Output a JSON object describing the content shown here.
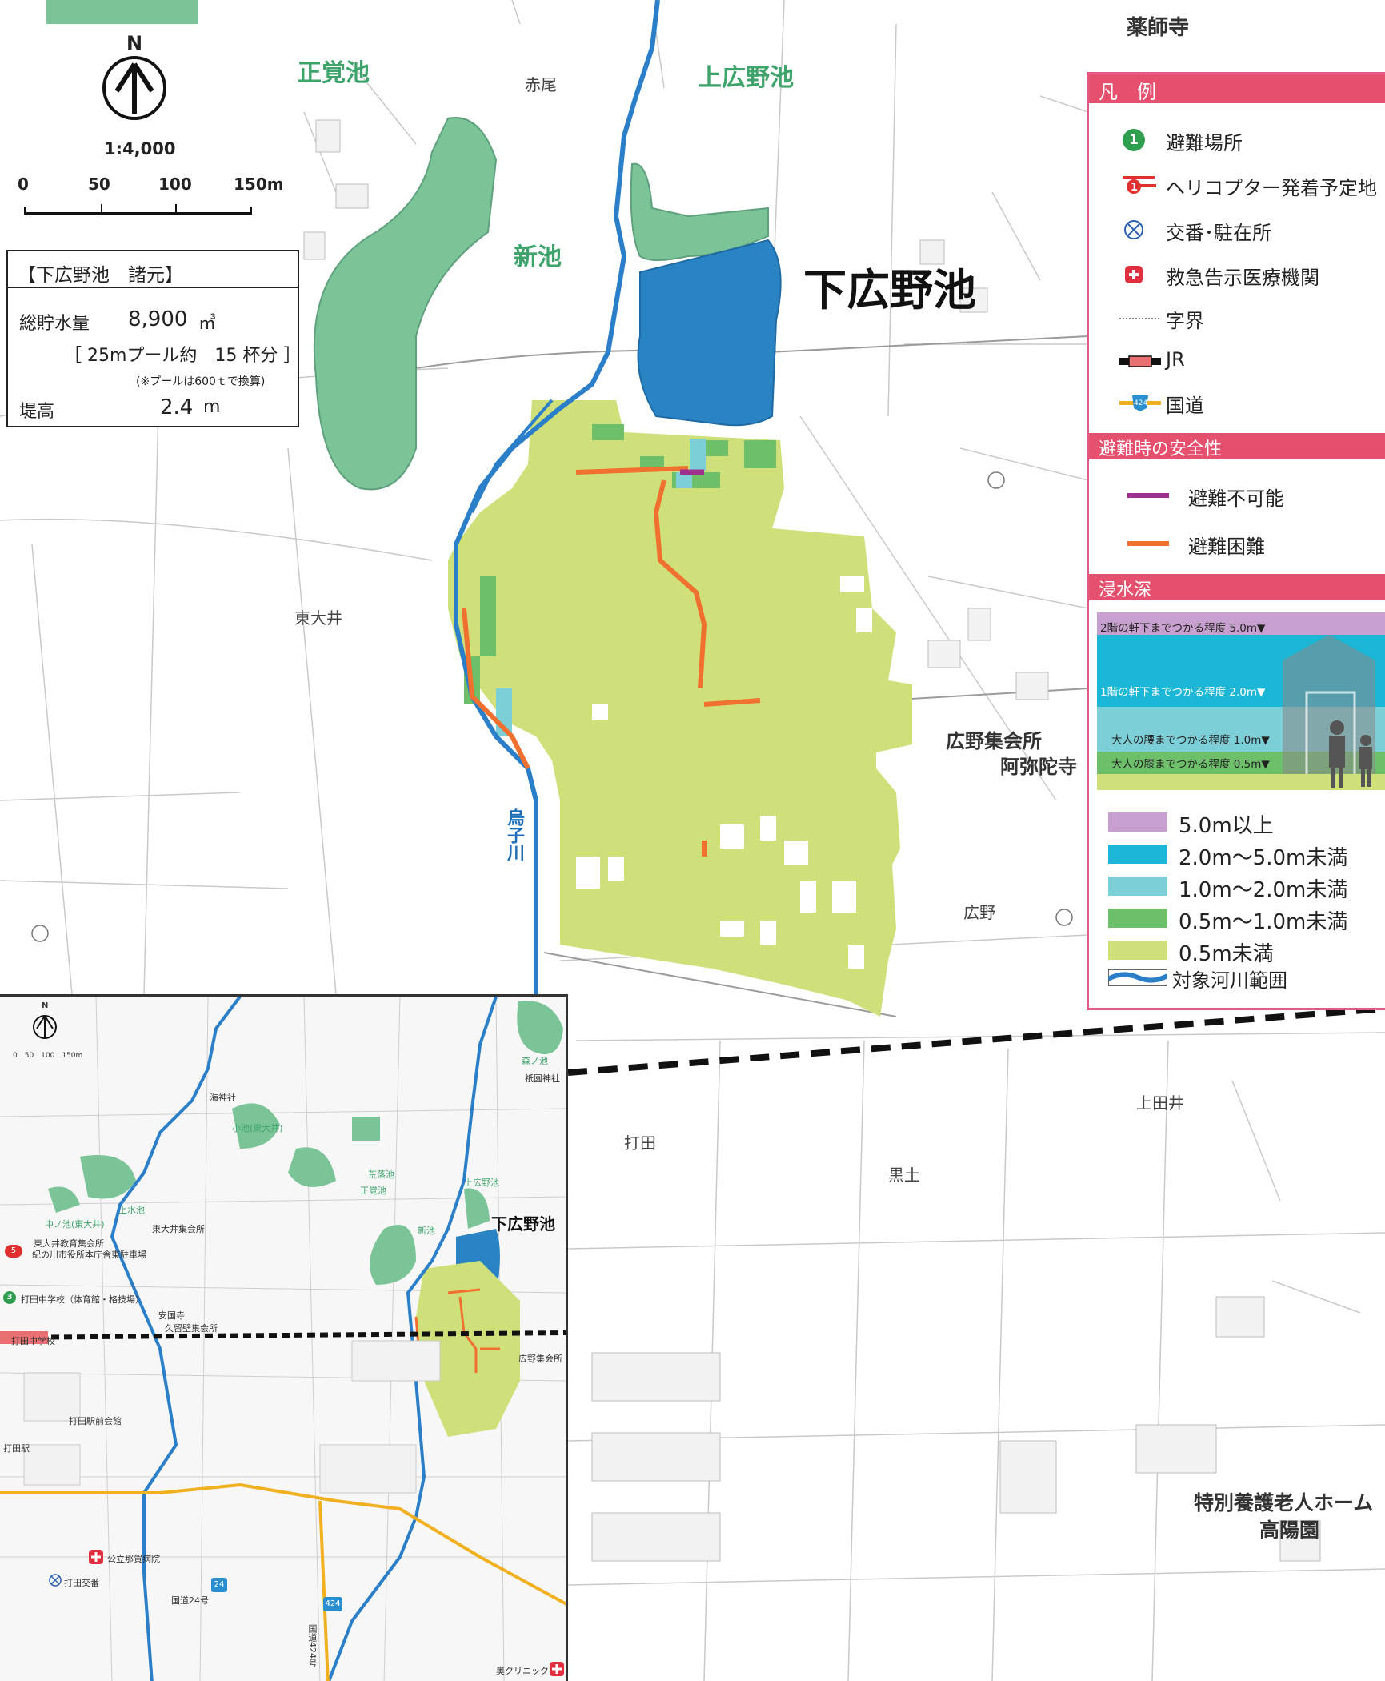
{
  "north": {
    "label": "N"
  },
  "scale": {
    "ratio": "1:4,000",
    "ticks": [
      "0",
      "50",
      "100",
      "150m"
    ]
  },
  "spec": {
    "title": "【下広野池　諸元】",
    "storage_label": "総貯水量",
    "storage_value": "8,900",
    "storage_unit": "㎥",
    "pool_equiv": "［ 25mプール約　15 杯分 ］",
    "pool_note": "(※プールは600ｔで換算)",
    "height_label": "堤高",
    "height_value": "2.4",
    "height_unit": "m"
  },
  "labels": {
    "shokaku_pond": "正覚池",
    "kamihirono_pond": "上広野池",
    "shin_pond": "新池",
    "shimohirono_pond": "下広野池",
    "akao": "赤尾",
    "yakushiji": "薬師寺",
    "higashi_oi": "東大井",
    "hirono_hall": "広野集会所",
    "amidaji": "阿弥陀寺",
    "hirono": "広野",
    "eboshi_river": "烏子川",
    "uchida": "打田",
    "kuroda": "黒土",
    "kamita_i": "上田井",
    "nursing_home_1": "特別養護老人ホーム",
    "nursing_home_2": "高陽園"
  },
  "legend": {
    "title": "凡　例",
    "items": [
      {
        "label": "避難場所",
        "icon": "evac-site-icon",
        "num": "1"
      },
      {
        "label": "ヘリコプター発着予定地",
        "icon": "helicopter-icon",
        "num": "1"
      },
      {
        "label": "交番･駐在所",
        "icon": "police-box-icon"
      },
      {
        "label": "救急告示医療機関",
        "icon": "emergency-hospital-icon"
      },
      {
        "label": "字界",
        "icon": "boundary-line-icon"
      },
      {
        "label": "JR",
        "icon": "jr-line-icon"
      },
      {
        "label": "国道",
        "icon": "national-road-icon",
        "num": "424"
      }
    ],
    "safety_title": "避難時の安全性",
    "safety": [
      {
        "label": "避難不可能",
        "color": "#a0308e"
      },
      {
        "label": "避難困難",
        "color": "#f07030"
      }
    ],
    "depth_title": "浸水深",
    "depth_diagram": [
      "2階の軒下までつかる程度 5.0m▼",
      "1階の軒下までつかる程度 2.0m▼",
      "大人の腰までつかる程度 1.0m▼",
      "大人の膝までつかる程度 0.5m▼"
    ],
    "depth": [
      {
        "label": "5.0m以上",
        "color": "#c8a0cf"
      },
      {
        "label": "2.0m～5.0m未満",
        "color": "#1cb6d6"
      },
      {
        "label": "1.0m～2.0m未満",
        "color": "#7ccfd6"
      },
      {
        "label": "0.5m～1.0m未満",
        "color": "#6dbf6a"
      },
      {
        "label": "0.5m未満",
        "color": "#cfe07a"
      },
      {
        "label": "対象河川範囲",
        "color": "#2a7fc8"
      }
    ]
  },
  "inset": {
    "north": "N",
    "scale": "0　50　100　150m",
    "labels": {
      "kaijinja": "海神社",
      "koike": "小池(東大井)",
      "arao_pond": "荒落池",
      "shokaku": "正覚池",
      "nakanoike": "中ノ池(東大井)",
      "kamimizu": "上水池",
      "higashioi_hall": "東大井集会所",
      "higashioi_edu": "東大井教育集会所",
      "kinokawa_office": "紀の川市役所本庁舎東駐車場",
      "shin": "新池",
      "shimohirono": "下広野池",
      "kamihirono": "上広野池",
      "morinoike": "森ノ池",
      "gion": "祇園神社",
      "uchida_jhs": "打田中学校（体育館・格技場）",
      "uchida_jhs2": "打田中学校",
      "ankokuji": "安国寺",
      "kuryu_hall": "久留壁集会所",
      "hirono_hall": "広野集会所",
      "uchida_station_hall": "打田駅前会館",
      "uchida_station": "打田駅",
      "naga_hospital": "公立那賀病院",
      "uchida_koban": "打田交番",
      "route24": "国道24号",
      "route424": "国道424号",
      "oku_clinic": "奥クリニック",
      "route24_num": "24",
      "route424_num": "424",
      "evac3": "3",
      "heli5": "5"
    }
  },
  "colors": {
    "d_lt05": "#cfe07a",
    "d_05_10": "#6dbf6a",
    "d_10_20": "#7ccfd6",
    "d_20_50": "#1cb6d6",
    "d_50": "#c8a0cf",
    "pond_green": "#7ac497",
    "pond_blue": "#2a84c4",
    "river": "#2a7fc8",
    "route_hard": "#f07030",
    "route_impossible": "#a0308e",
    "legend_accent": "#e6506f"
  }
}
